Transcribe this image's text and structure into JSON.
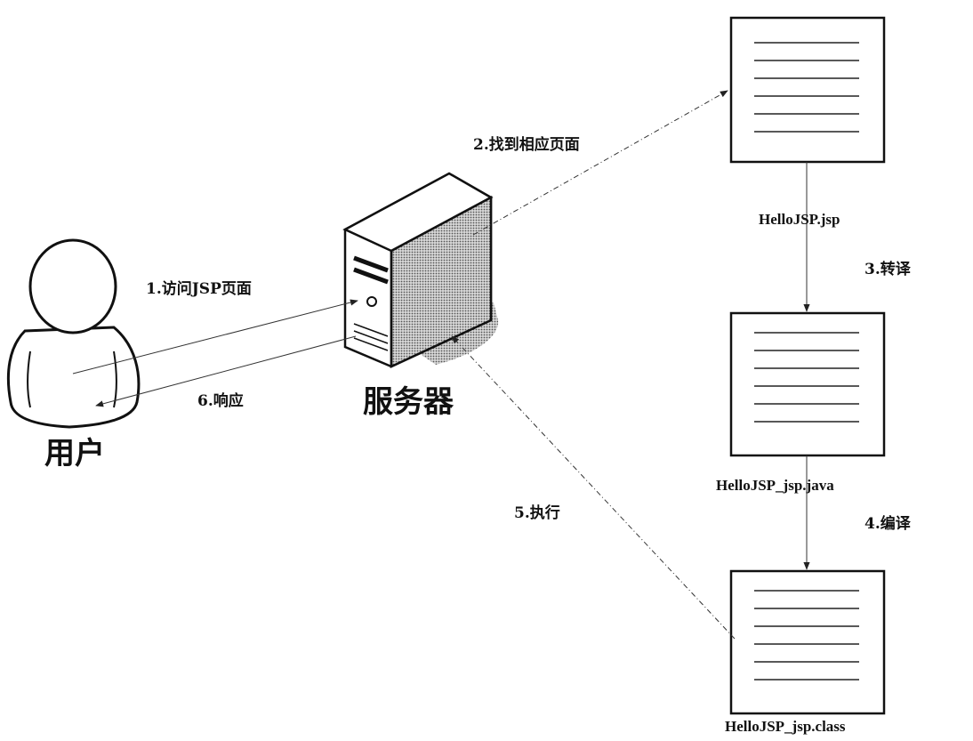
{
  "actors": {
    "user": "用户",
    "server": "服务器"
  },
  "files": {
    "jsp": "HelloJSP.jsp",
    "java": "HelloJSP_jsp.java",
    "class": "HelloJSP_jsp.class"
  },
  "steps": {
    "s1": "1.访问JSP页面",
    "s2": "2.找到相应页面",
    "s3": "3.转译",
    "s4": "4.编译",
    "s5": "5.执行",
    "s6": "6.响应"
  },
  "colors": {
    "line": "#333333",
    "shadow": "#9a9a9a"
  },
  "icons": [
    "user-icon",
    "server-icon",
    "document-icon"
  ]
}
